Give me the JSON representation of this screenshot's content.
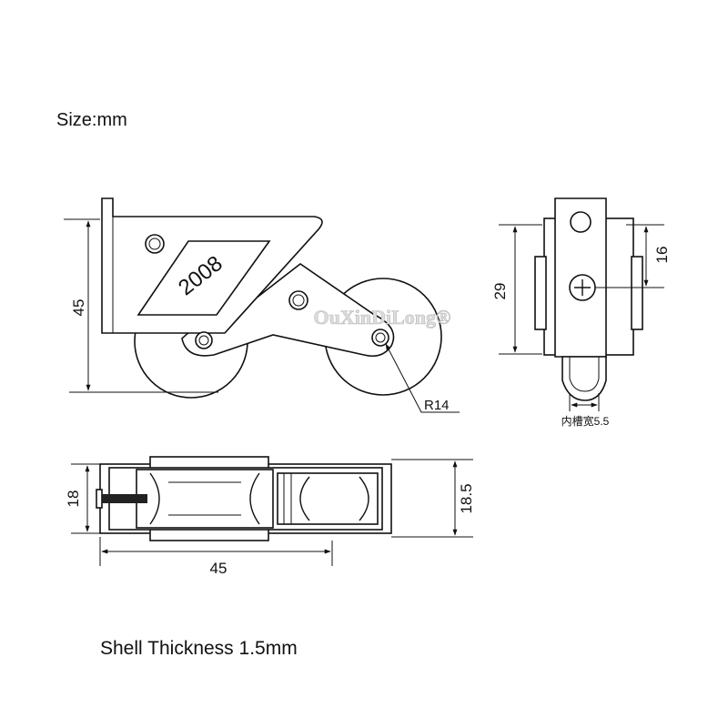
{
  "header": {
    "size_unit": "Size:mm"
  },
  "footer": {
    "shell_thickness": "Shell Thickness 1.5mm"
  },
  "side_view": {
    "label_model": "2008",
    "dim_height": "45",
    "dim_radius": "R14",
    "watermark": "OuXinDiLong®"
  },
  "end_view": {
    "dim_height": "29",
    "dim_hole": "16",
    "groove_width": "内槽宽5.5"
  },
  "top_view": {
    "dim_left": "18",
    "dim_right": "18.5",
    "dim_length": "45"
  }
}
